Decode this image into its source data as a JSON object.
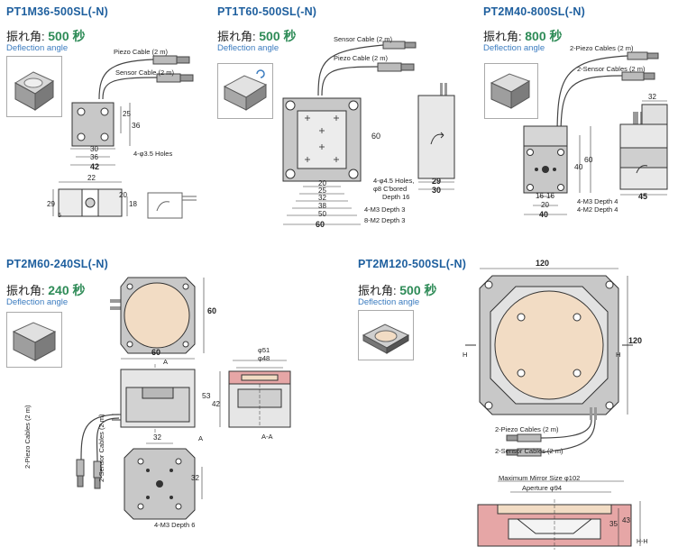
{
  "products": [
    {
      "model": "PT1M36-500SL(-N)",
      "deflection_label_jp": "振れ角:",
      "deflection_value": "500 秒",
      "deflection_label_en": "Deflection angle",
      "cables": [
        "Piezo Cable (2 m)",
        "Sensor Cable (2 m)"
      ],
      "dimensions": [
        "25",
        "36",
        "30",
        "36",
        "42",
        "22",
        "29",
        "5",
        "20",
        "18"
      ],
      "notes": [
        "4-φ3.5 Holes"
      ]
    },
    {
      "model": "PT1T60-500SL(-N)",
      "deflection_label_jp": "振れ角:",
      "deflection_value": "500 秒",
      "deflection_label_en": "Deflection angle",
      "cables": [
        "Sensor Cable (2 m)",
        "Piezo Cable (2 m)"
      ],
      "dimensions": [
        "60",
        "20",
        "25",
        "32",
        "38",
        "50",
        "60",
        "29",
        "30"
      ],
      "notes": [
        "4-φ4.5 Holes,",
        "φ8 C'bored",
        "Depth 16",
        "4-M3 Depth 3",
        "8-M2 Depth 3"
      ]
    },
    {
      "model": "PT2M40-800SL(-N)",
      "deflection_label_jp": "振れ角:",
      "deflection_value": "800 秒",
      "deflection_label_en": "Deflection angle",
      "cables": [
        "2-Piezo Cables (2 m)",
        "2-Sensor Cables (2 m)"
      ],
      "dimensions": [
        "32",
        "60",
        "40",
        "16",
        "16",
        "20",
        "40",
        "45"
      ],
      "notes": [
        "4-M3 Depth 4",
        "4-M2 Depth 4"
      ]
    },
    {
      "model": "PT2M60-240SL(-N)",
      "deflection_label_jp": "振れ角:",
      "deflection_value": "240 秒",
      "deflection_label_en": "Deflection angle",
      "cables": [
        "2-Piezo Cables (2 m)",
        "2-Sensor Cables (2 m)"
      ],
      "dimensions": [
        "60",
        "60",
        "53",
        "42",
        "φ51",
        "φ48",
        "32",
        "32"
      ],
      "notes": [
        "A",
        "A",
        "A-A",
        "4-M3 Depth 6"
      ]
    },
    {
      "model": "PT2M120-500SL(-N)",
      "deflection_label_jp": "振れ角:",
      "deflection_value": "500 秒",
      "deflection_label_en": "Deflection angle",
      "cables": [
        "2-Piezo Cables (2 m)",
        "2-Sensor Cables (2 m)"
      ],
      "dimensions": [
        "120",
        "120",
        "35",
        "43"
      ],
      "notes": [
        "H",
        "H",
        "H-H",
        "Maximum Mirror Size φ102",
        "Aperture φ94"
      ]
    }
  ],
  "colors": {
    "model_title": "#1e5f9e",
    "deflection_value": "#2e8b57",
    "english_label": "#3a7bbf",
    "plate": "#c8c8c8",
    "mirror": "#f2dcc4",
    "section_hatch": "#e6a6a6",
    "drawing_line": "#333333"
  }
}
